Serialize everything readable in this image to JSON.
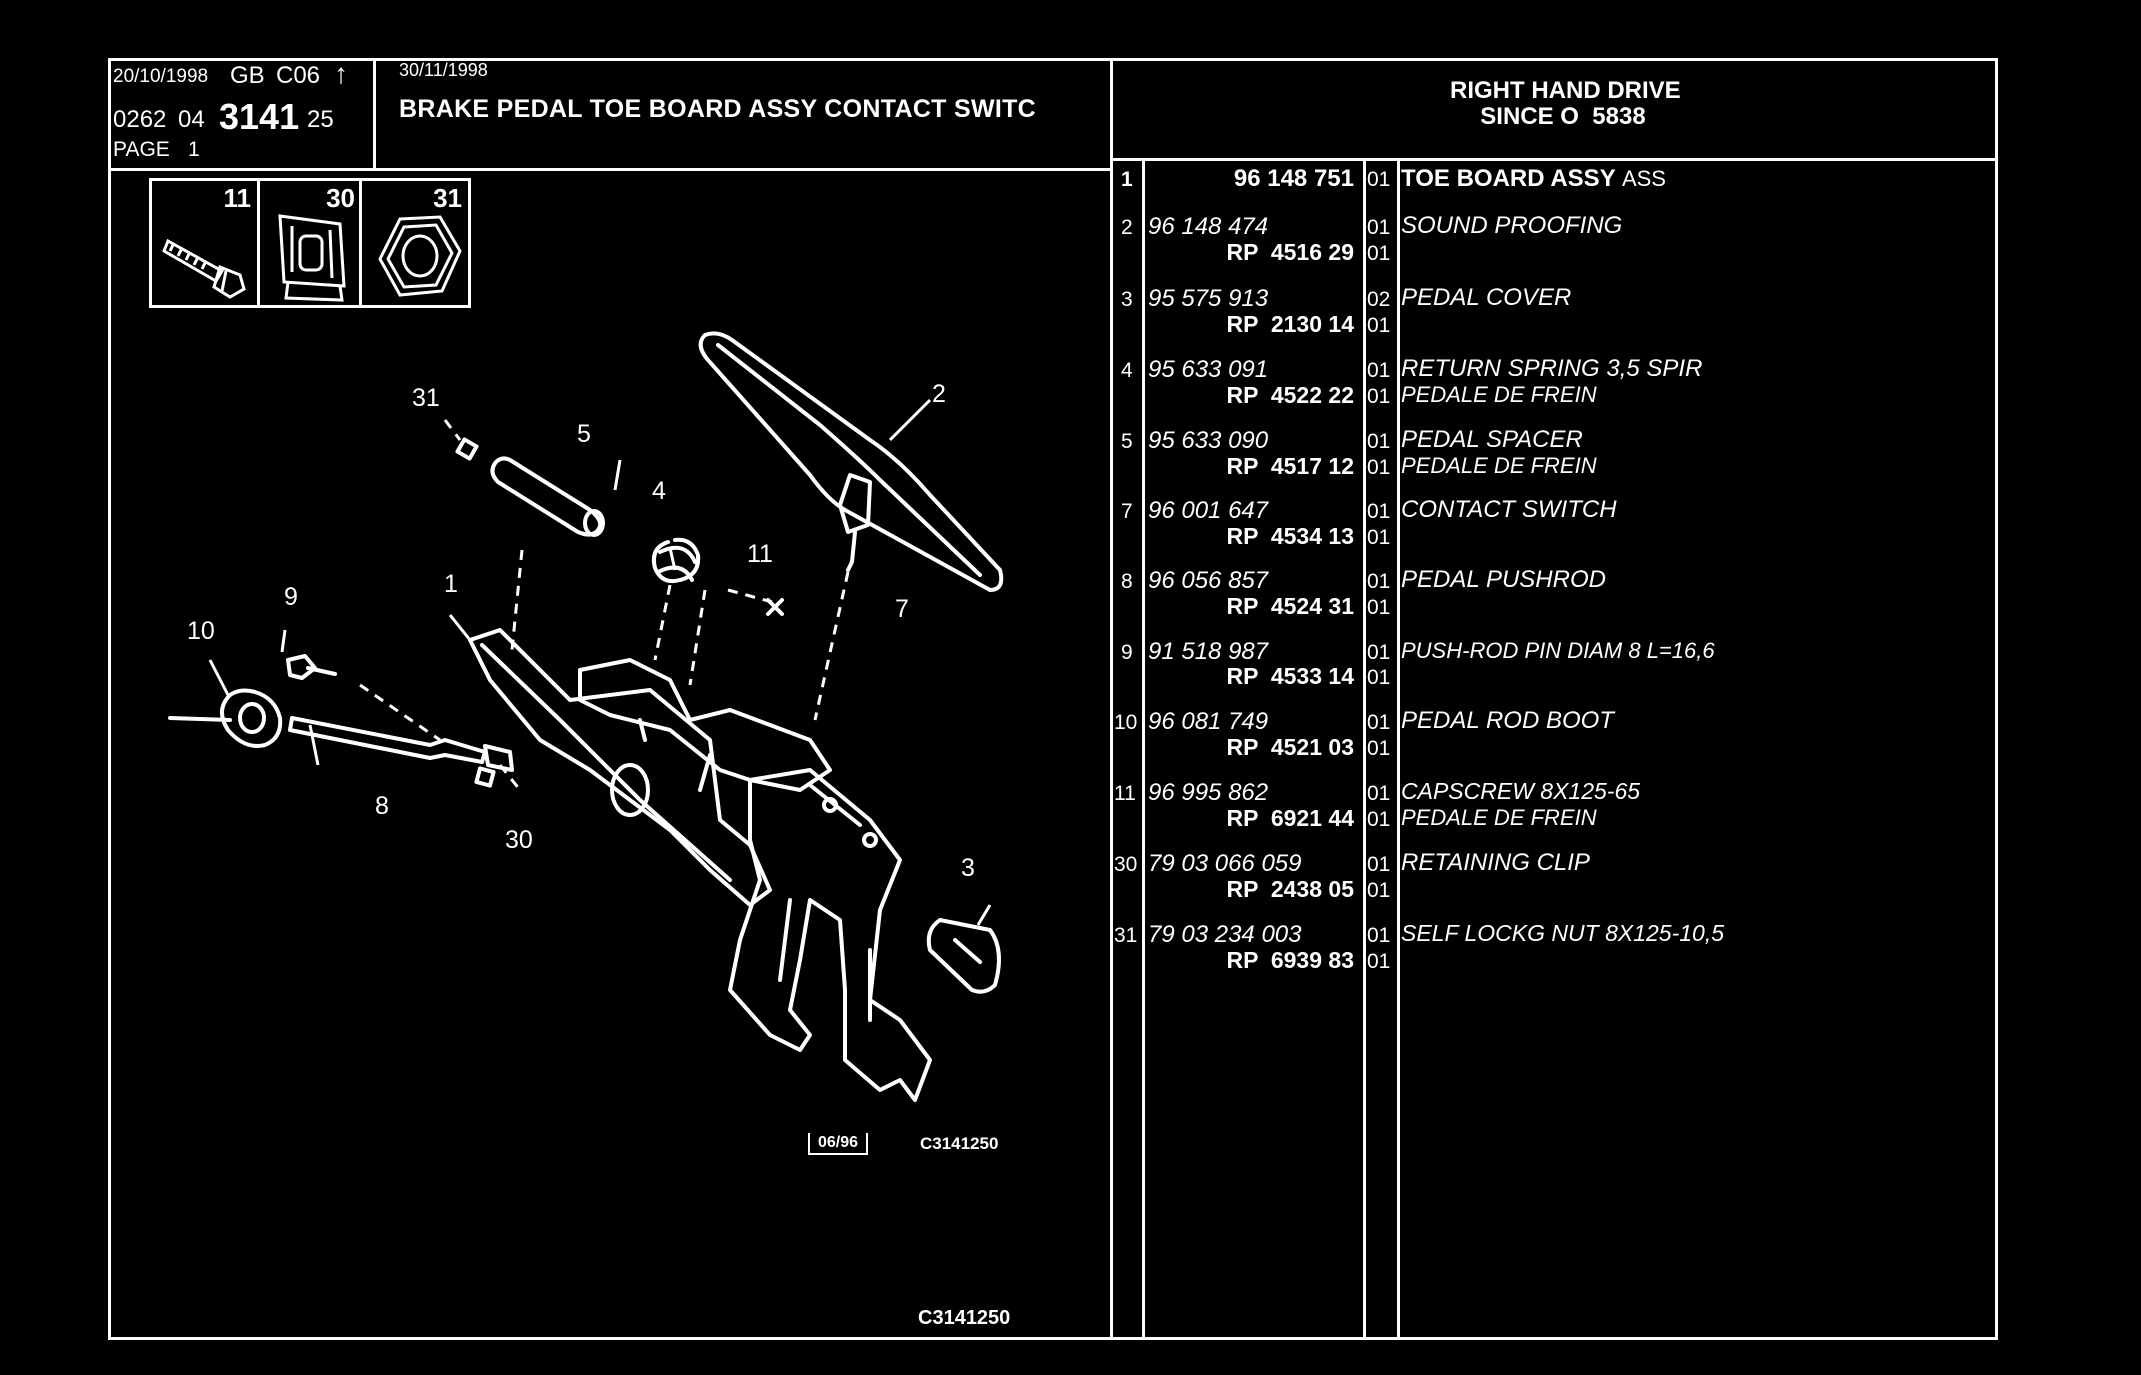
{
  "header": {
    "date_left": "20/10/1998",
    "market": "GB",
    "code": "C06",
    "arrow": "↑",
    "group": "0262",
    "sub": "04",
    "section": "3141",
    "suffix": "25",
    "page_label": "PAGE",
    "page_number": "1",
    "date_right": "30/11/1998",
    "title": "BRAKE PEDAL TOE BOARD ASSY CONTACT SWITC",
    "drive_line1": "RIGHT HAND DRIVE",
    "drive_line2": "SINCE O  5838"
  },
  "legend_icons": [
    {
      "num": "11",
      "icon": "bolt-icon"
    },
    {
      "num": "30",
      "icon": "clip-icon"
    },
    {
      "num": "31",
      "icon": "nut-icon"
    }
  ],
  "diagram": {
    "callouts": [
      "31",
      "5",
      "4",
      "11",
      "2",
      "7",
      "1",
      "9",
      "10",
      "8",
      "30",
      "3"
    ],
    "stamp": "06/96",
    "ref_code": "C3141250",
    "footer_code": "C3141250"
  },
  "parts": [
    {
      "ref": "1",
      "part": "96 148 751",
      "qty": "01",
      "desc": "TOE BOARD ASSY",
      "desc_suffix": "ASS",
      "rp": "",
      "rp_qty": "",
      "rp_desc": ""
    },
    {
      "ref": "2",
      "part": "96 148 474",
      "qty": "01",
      "desc": "SOUND PROOFING",
      "desc_suffix": "",
      "rp": "RP  4516 29",
      "rp_qty": "01",
      "rp_desc": ""
    },
    {
      "ref": "3",
      "part": "95 575 913",
      "qty": "02",
      "desc": "PEDAL COVER",
      "desc_suffix": "",
      "rp": "RP  2130 14",
      "rp_qty": "01",
      "rp_desc": ""
    },
    {
      "ref": "4",
      "part": "95 633 091",
      "qty": "01",
      "desc": "RETURN SPRING 3,5 SPIR",
      "desc_suffix": "",
      "rp": "RP  4522 22",
      "rp_qty": "01",
      "rp_desc": "PEDALE DE FREIN"
    },
    {
      "ref": "5",
      "part": "95 633 090",
      "qty": "01",
      "desc": "PEDAL SPACER",
      "desc_suffix": "",
      "rp": "RP  4517 12",
      "rp_qty": "01",
      "rp_desc": "PEDALE DE FREIN"
    },
    {
      "ref": "7",
      "part": "96 001 647",
      "qty": "01",
      "desc": "CONTACT SWITCH",
      "desc_suffix": "",
      "rp": "RP  4534 13",
      "rp_qty": "01",
      "rp_desc": ""
    },
    {
      "ref": "8",
      "part": "96 056 857",
      "qty": "01",
      "desc": "PEDAL PUSHROD",
      "desc_suffix": "",
      "rp": "RP  4524 31",
      "rp_qty": "01",
      "rp_desc": ""
    },
    {
      "ref": "9",
      "part": "91 518 987",
      "qty": "01",
      "desc": "PUSH-ROD PIN DIAM 8 L=16,6",
      "desc_suffix": "",
      "rp": "RP  4533 14",
      "rp_qty": "01",
      "rp_desc": ""
    },
    {
      "ref": "10",
      "part": "96 081 749",
      "qty": "01",
      "desc": "PEDAL ROD BOOT",
      "desc_suffix": "",
      "rp": "RP  4521 03",
      "rp_qty": "01",
      "rp_desc": ""
    },
    {
      "ref": "11",
      "part": "96 995 862",
      "qty": "01",
      "desc": "CAPSCREW 8X125-65",
      "desc_suffix": "",
      "rp": "RP  6921 44",
      "rp_qty": "01",
      "rp_desc": "PEDALE DE FREIN"
    },
    {
      "ref": "30",
      "part": "79 03 066 059",
      "qty": "01",
      "desc": "RETAINING CLIP",
      "desc_suffix": "",
      "rp": "RP  2438 05",
      "rp_qty": "01",
      "rp_desc": ""
    },
    {
      "ref": "31",
      "part": "79 03 234 003",
      "qty": "01",
      "desc": "SELF LOCKG NUT 8X125-10,5",
      "desc_suffix": "",
      "rp": "RP  6939 83",
      "rp_qty": "01",
      "rp_desc": ""
    }
  ]
}
